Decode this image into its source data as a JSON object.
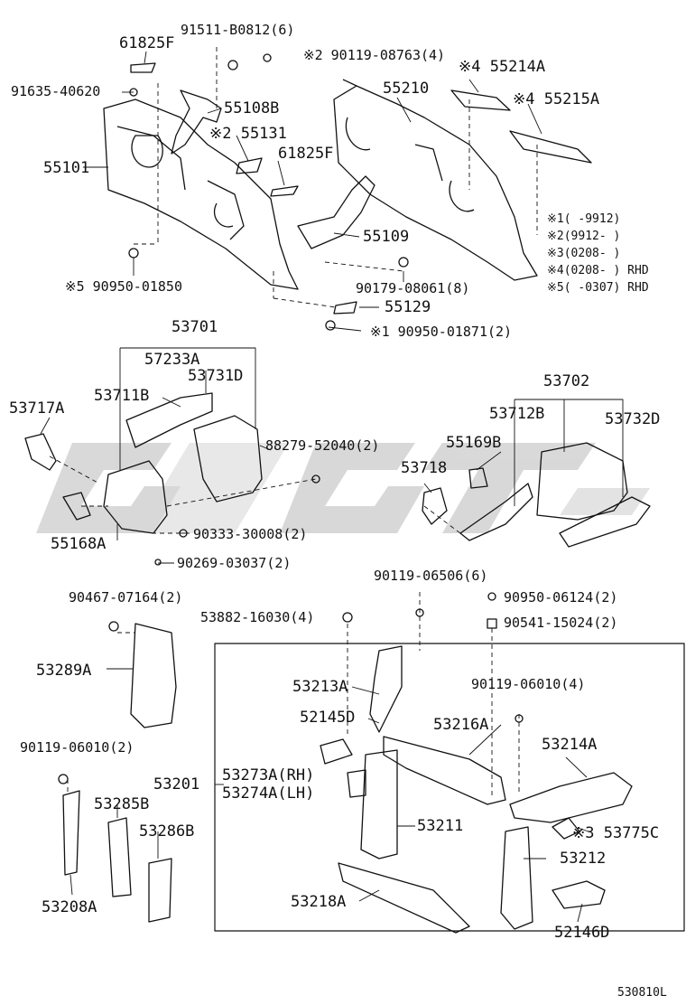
{
  "diagram_id": "530810L",
  "legend": [
    {
      "mark": "※1",
      "text": "(     -9912)"
    },
    {
      "mark": "※2",
      "text": "(9912-     )"
    },
    {
      "mark": "※3",
      "text": "(0208-     )"
    },
    {
      "mark": "※4",
      "text": "(0208-     ) RHD"
    },
    {
      "mark": "※5",
      "text": "(     -0307) RHD"
    }
  ],
  "parts": {
    "p91511": "91511-B0812(6)",
    "p61825F_a": "61825F",
    "p90119_08763": "※2 90119-08763(4)",
    "p55214A": "※4 55214A",
    "p91635": "91635-40620",
    "p55210": "55210",
    "p55215A": "※4 55215A",
    "p55108B": "55108B",
    "p55131": "※2 55131",
    "p61825F_b": "61825F",
    "p55101": "55101",
    "p55109": "55109",
    "p90950_01850": "※5 90950-01850",
    "p90179": "90179-08061(8)",
    "p55129": "55129",
    "p90950_01871": "※1 90950-01871(2)",
    "p53701": "53701",
    "p57233A": "57233A",
    "p53731D": "53731D",
    "p53711B": "53711B",
    "p53717A": "53717A",
    "p88279": "88279-52040(2)",
    "p53702": "53702",
    "p53712B": "53712B",
    "p53732D": "53732D",
    "p55169B": "55169B",
    "p53718": "53718",
    "p55168A": "55168A",
    "p90333": "90333-30008(2)",
    "p90269": "90269-03037(2)",
    "p90119_06506": "90119-06506(6)",
    "p90467": "90467-07164(2)",
    "p90950_06124": "90950-06124(2)",
    "p53882": "53882-16030(4)",
    "p90541": "90541-15024(2)",
    "p53289A": "53289A",
    "p53213A": "53213A",
    "p90119_06010_a": "90119-06010(4)",
    "p52145D": "52145D",
    "p53216A": "53216A",
    "p90119_06010_b": "90119-06010(2)",
    "p53214A": "53214A",
    "p53201": "53201",
    "p53273A": "53273A(RH)",
    "p53274A": "53274A(LH)",
    "p53285B": "53285B",
    "p53211": "53211",
    "p53775C": "※3 53775C",
    "p53286B": "53286B",
    "p53212": "53212",
    "p53208A": "53208A",
    "p53218A": "53218A",
    "p52146D": "52146D"
  }
}
